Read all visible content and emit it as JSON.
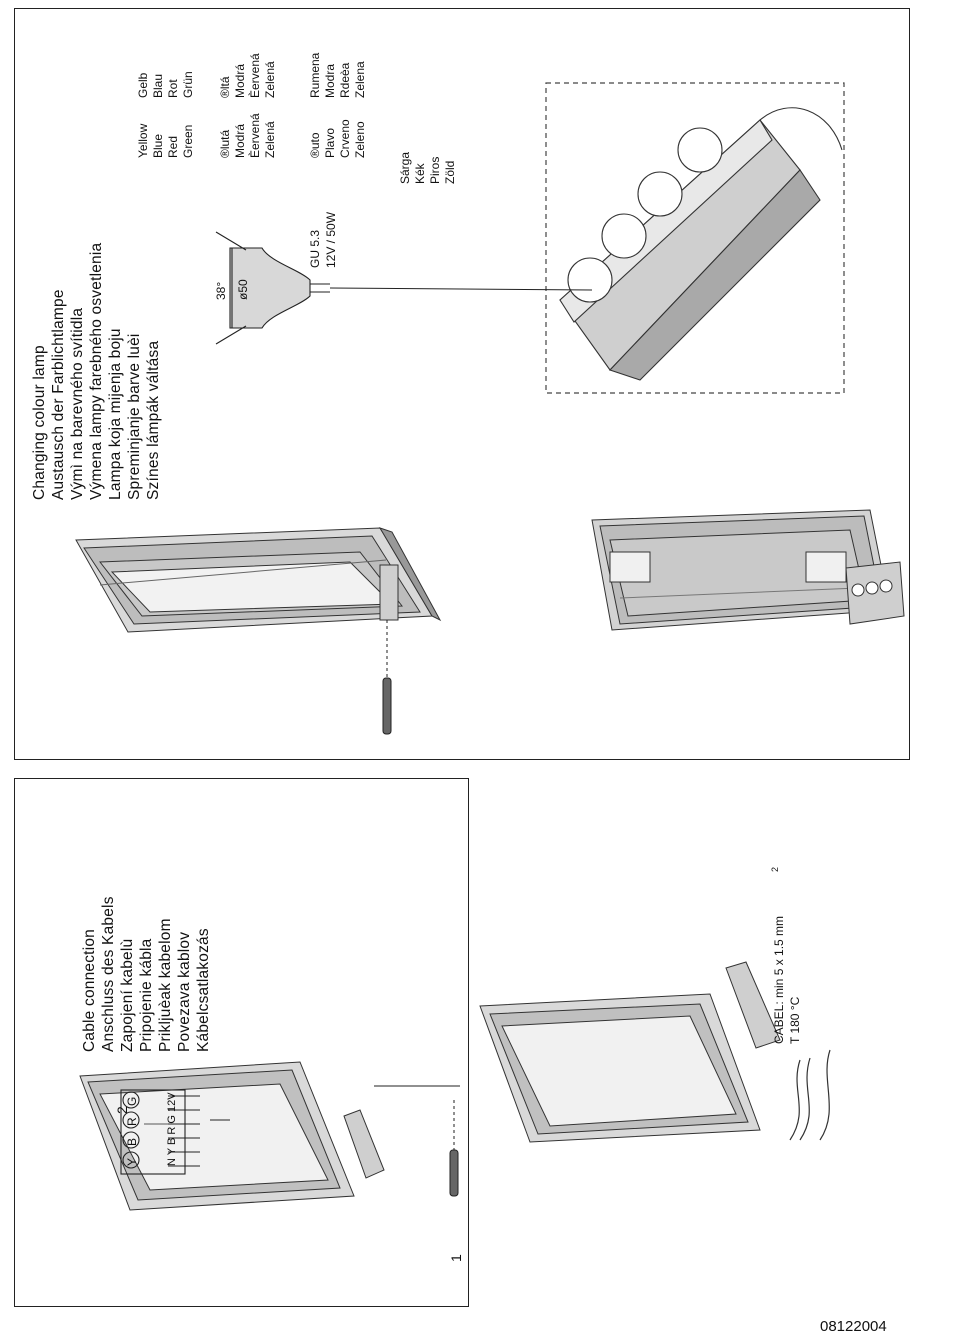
{
  "doc_code": "08122004",
  "step_number": "1",
  "cable_section": {
    "titles": [
      "Cable connection",
      "Anschluss des Kabels",
      "Zapojení kabelù",
      "Pripojenie kábla",
      "Prikljuèak kabelom",
      "Povezava kablov",
      "Kábelcsatlakozás"
    ],
    "cable_label": "CABEL: min 5 x 1.5 mm",
    "cable_sup": "2",
    "temp_label": "T 180 °C",
    "sub_step": "2",
    "terminals": [
      "Y",
      "B",
      "R",
      "G"
    ],
    "terminal_block": "N Y B R G 12V"
  },
  "lamp_section": {
    "titles": [
      "Changing colour lamp",
      "Austausch der Farblichtlampe",
      "Výmì na barevného svítidla",
      "Výmena lampy farebného osvetlenia",
      "Lampa koja mijenja boju",
      "Spreminjanje barve luèi",
      "Színes lámpák váltása"
    ],
    "angle": "38°",
    "diameter": "ø50",
    "lamp_type": "GU 5.3",
    "lamp_power": "12V / 50W",
    "colors": [
      [
        "Yellow",
        "Blue",
        "Red",
        "Green"
      ],
      [
        "Gelb",
        "Blau",
        "Rot",
        "Grün"
      ],
      [
        "®lutá",
        "Modrá",
        "Èervená",
        "Zelená"
      ],
      [
        "®ltá",
        "Modrá",
        "Èervená",
        "Zelená"
      ],
      [
        "®uto",
        "Plavo",
        "Crveno",
        "Zeleno"
      ],
      [
        "Rumena",
        "Modra",
        "Rdeèa",
        "Zelena"
      ],
      [
        "Sárga",
        "Kék",
        "Piros",
        "Zöld"
      ]
    ]
  }
}
